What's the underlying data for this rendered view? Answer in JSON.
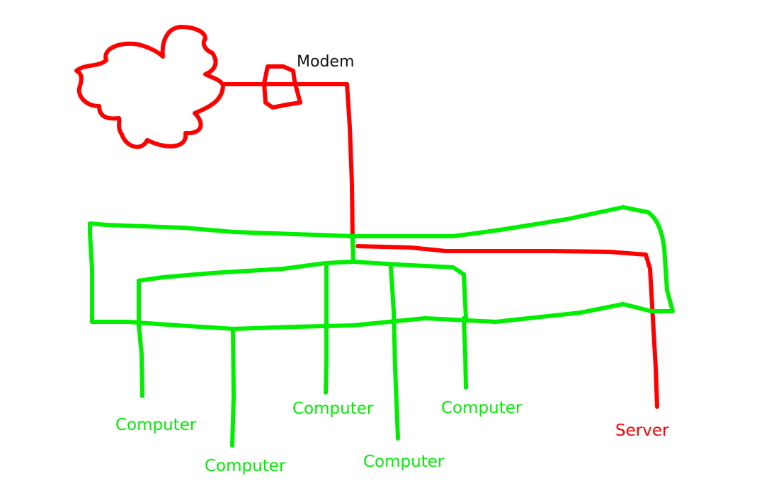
{
  "colors": {
    "internet": "#ff0000",
    "lan": "#00ee00",
    "text_dark": "#111111",
    "background": "#ffffff"
  },
  "nodes": {
    "cloud": {
      "label": ""
    },
    "modem": {
      "label": "Modem"
    },
    "switch": {
      "label": ""
    },
    "server": {
      "label": "Server"
    },
    "computers": [
      {
        "label": "Computer"
      },
      {
        "label": "Computer"
      },
      {
        "label": "Computer"
      },
      {
        "label": "Computer"
      },
      {
        "label": "Computer"
      }
    ]
  }
}
